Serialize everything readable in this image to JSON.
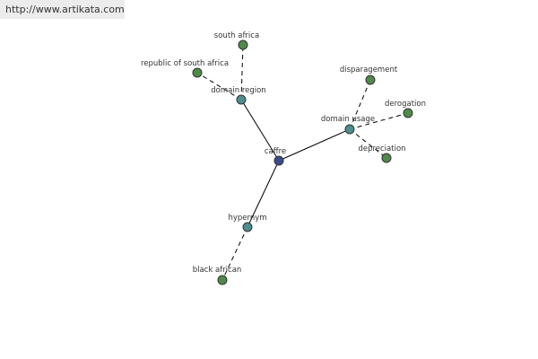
{
  "watermark": "http://www.artikata.com",
  "colors": {
    "center_node": "#3a4a8c",
    "relation_node": "#4f8d8f",
    "leaf_node": "#4f8a4a"
  },
  "graph": {
    "center": {
      "id": "caffre",
      "label": "caffre",
      "kind": "center"
    },
    "nodes": [
      {
        "id": "domain-region",
        "label": "domain region",
        "kind": "relation"
      },
      {
        "id": "domain-usage",
        "label": "domain usage",
        "kind": "relation"
      },
      {
        "id": "hypernym",
        "label": "hypernym",
        "kind": "relation"
      },
      {
        "id": "south-africa",
        "label": "south africa",
        "kind": "leaf"
      },
      {
        "id": "republic-of-south-africa",
        "label": "republic of south africa",
        "kind": "leaf"
      },
      {
        "id": "disparagement",
        "label": "disparagement",
        "kind": "leaf"
      },
      {
        "id": "derogation",
        "label": "derogation",
        "kind": "leaf"
      },
      {
        "id": "depreciation",
        "label": "depreciation",
        "kind": "leaf"
      },
      {
        "id": "black-african",
        "label": "black african",
        "kind": "leaf"
      }
    ],
    "edges": [
      {
        "from": "caffre",
        "to": "domain-region",
        "style": "solid"
      },
      {
        "from": "caffre",
        "to": "domain-usage",
        "style": "solid"
      },
      {
        "from": "caffre",
        "to": "hypernym",
        "style": "solid"
      },
      {
        "from": "domain-region",
        "to": "south-africa",
        "style": "dashed"
      },
      {
        "from": "domain-region",
        "to": "republic-of-south-africa",
        "style": "dashed"
      },
      {
        "from": "domain-usage",
        "to": "disparagement",
        "style": "dashed"
      },
      {
        "from": "domain-usage",
        "to": "derogation",
        "style": "dashed"
      },
      {
        "from": "domain-usage",
        "to": "depreciation",
        "style": "dashed"
      },
      {
        "from": "hypernym",
        "to": "black-african",
        "style": "dashed"
      }
    ]
  }
}
